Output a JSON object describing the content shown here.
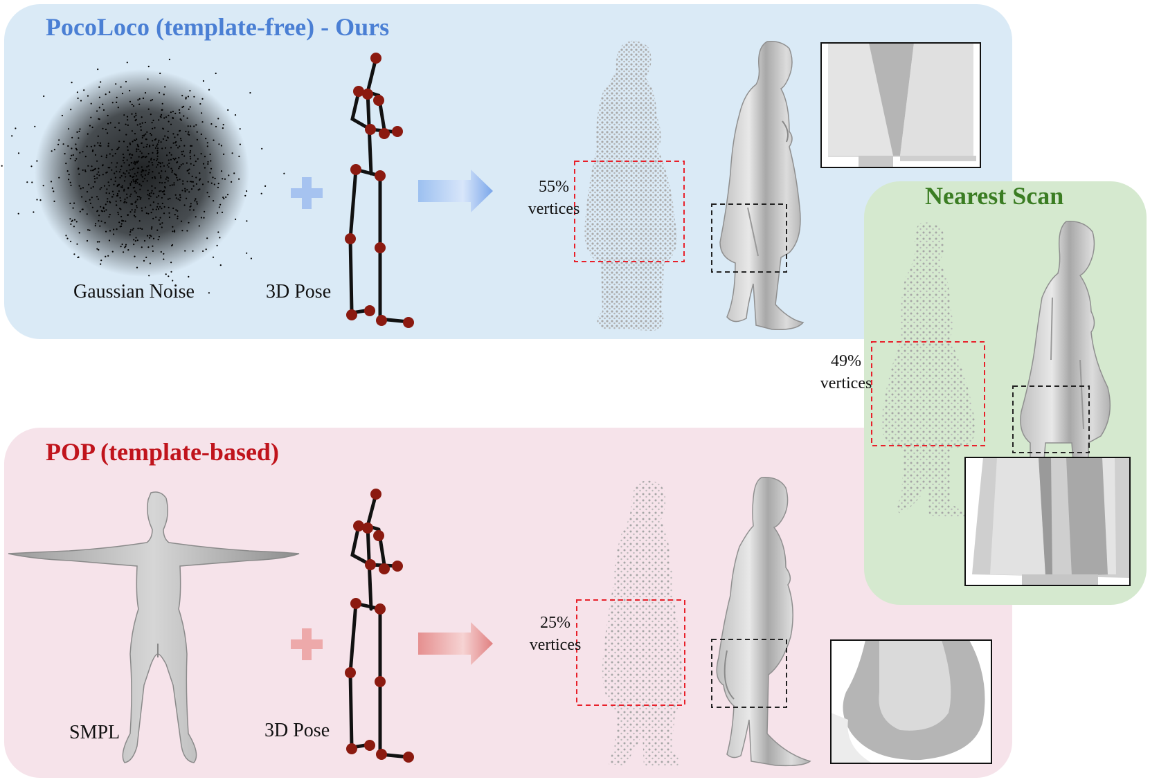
{
  "panels": {
    "top": {
      "title": "PocoLoco (template-free) - Ours",
      "input_label": "Gaussian Noise",
      "pose_label": "3D Pose",
      "percent": "55%",
      "percent_unit": "vertices"
    },
    "bottom": {
      "title": "POP (template-based)",
      "input_label": "SMPL",
      "pose_label": "3D Pose",
      "percent": "25%",
      "percent_unit": "vertices"
    },
    "right": {
      "title": "Nearest Scan",
      "percent": "49%",
      "percent_unit": "vertices"
    }
  },
  "colors": {
    "top_title": "#4a7fd4",
    "bottom_title": "#c0141c",
    "right_title": "#3b7d23",
    "joint": "#8b1a10",
    "dashed_red": "#e8202a"
  }
}
